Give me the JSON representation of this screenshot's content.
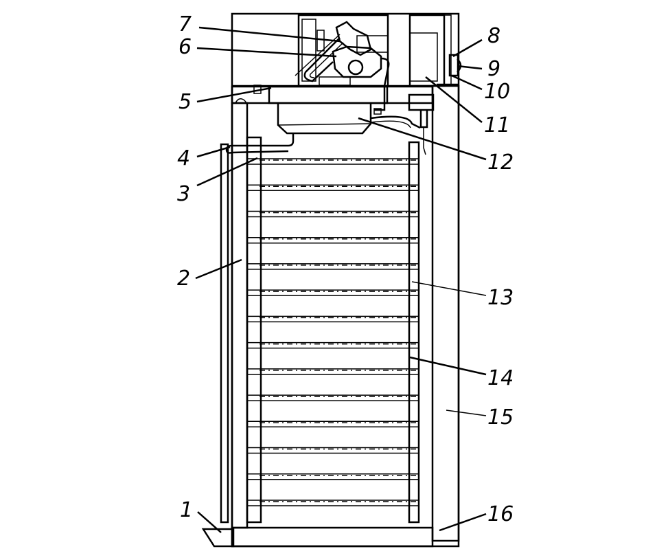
{
  "callouts": [
    {
      "id": "1",
      "label": "1"
    },
    {
      "id": "2",
      "label": "2"
    },
    {
      "id": "3",
      "label": "3"
    },
    {
      "id": "4",
      "label": "4"
    },
    {
      "id": "5",
      "label": "5"
    },
    {
      "id": "6",
      "label": "6"
    },
    {
      "id": "7",
      "label": "7"
    },
    {
      "id": "8",
      "label": "8"
    },
    {
      "id": "9",
      "label": "9"
    },
    {
      "id": "10",
      "label": "10"
    },
    {
      "id": "11",
      "label": "11"
    },
    {
      "id": "12",
      "label": "12"
    },
    {
      "id": "13",
      "label": "13"
    },
    {
      "id": "14",
      "label": "14"
    },
    {
      "id": "15",
      "label": "15"
    },
    {
      "id": "16",
      "label": "16"
    }
  ],
  "shelves": {
    "count": 14
  }
}
